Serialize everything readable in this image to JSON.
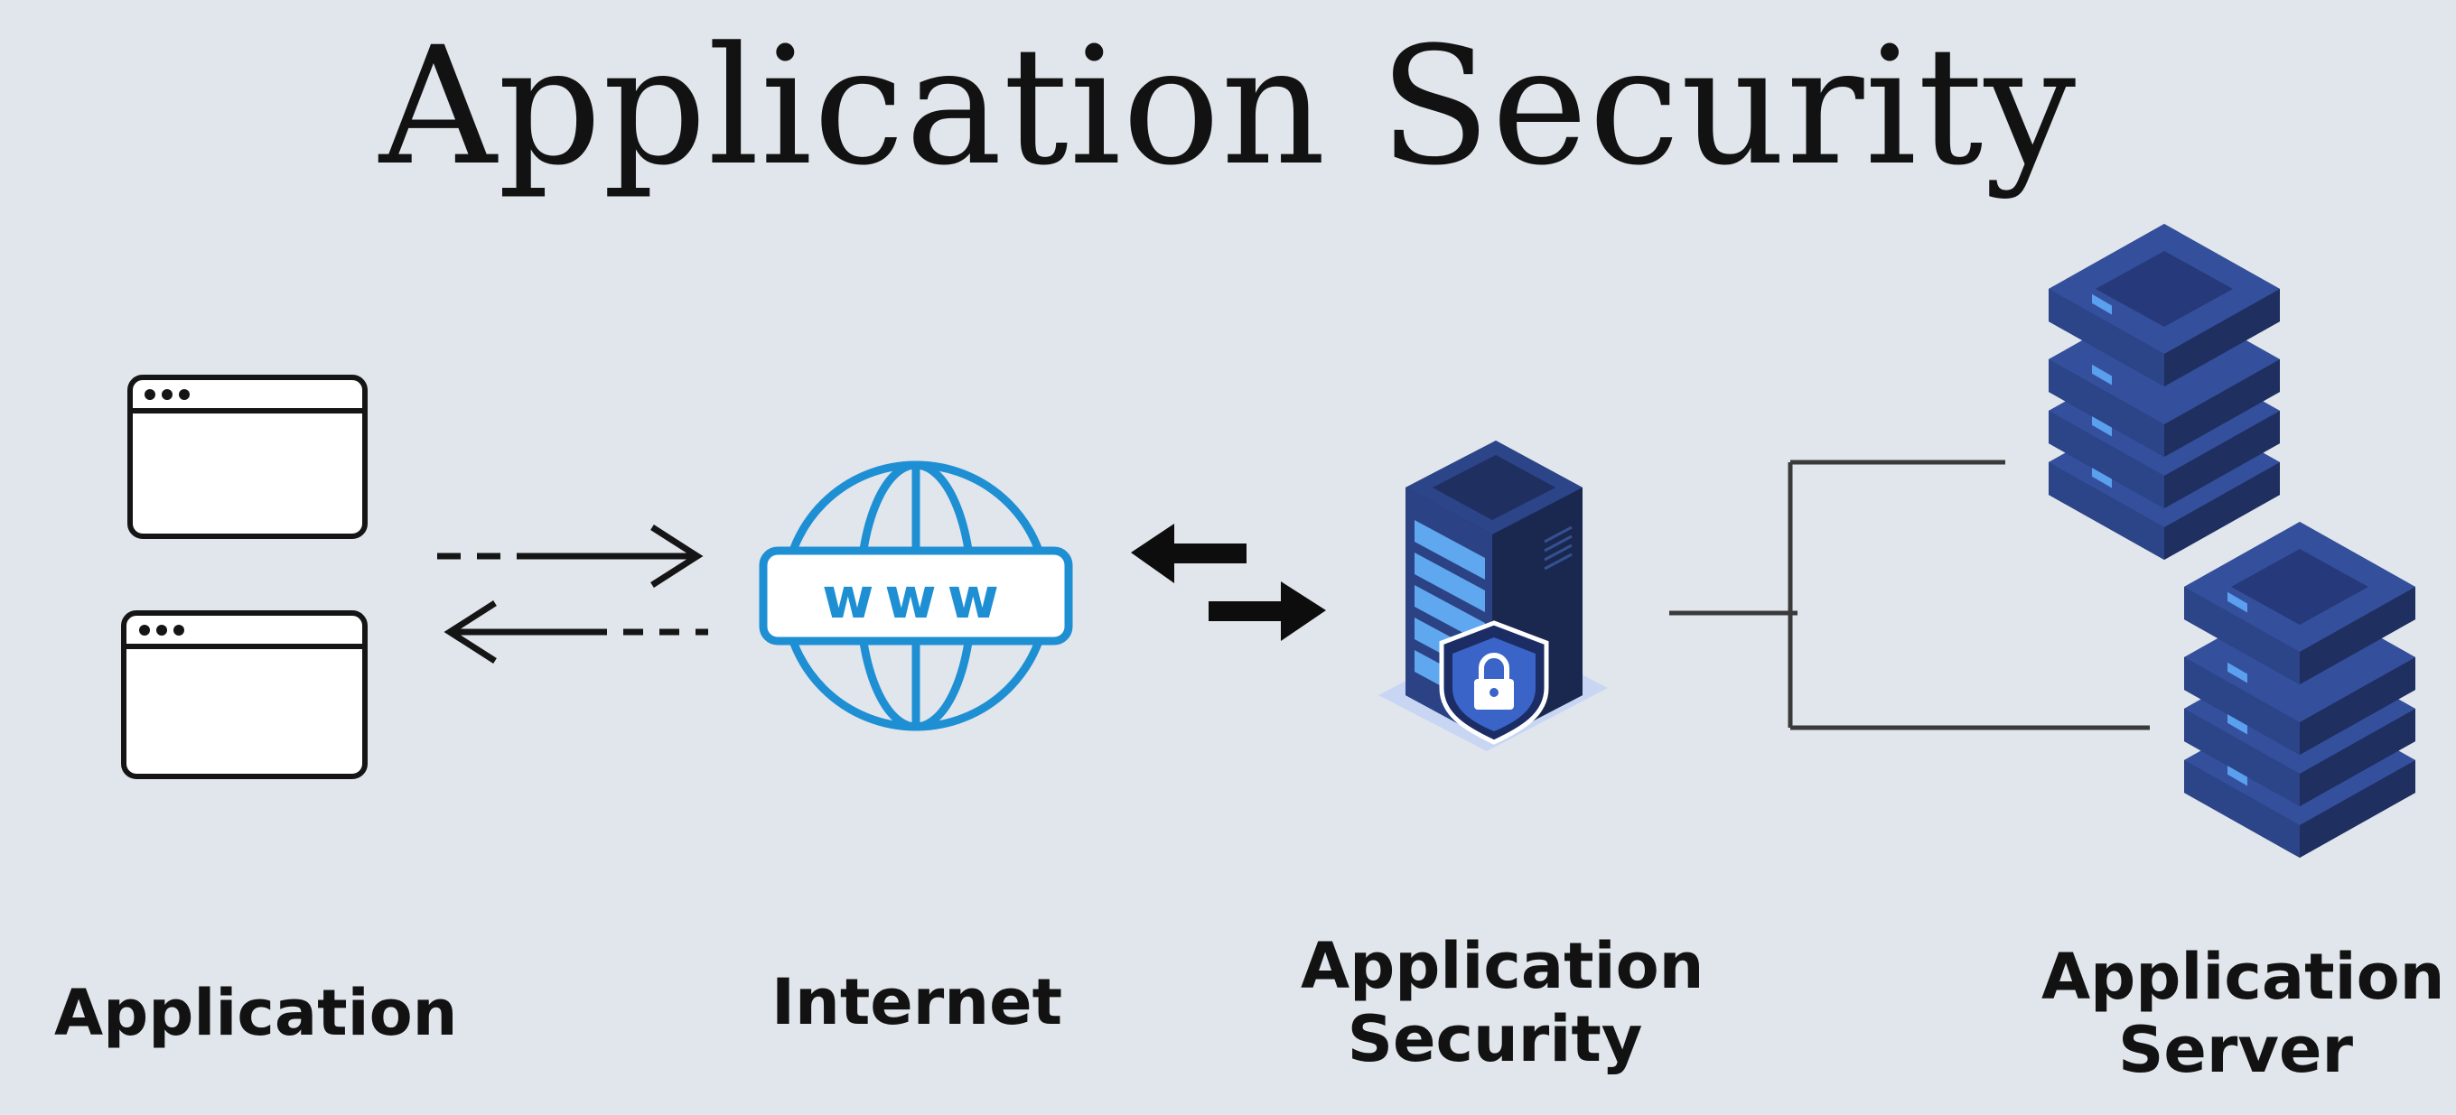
{
  "title": "Application Security",
  "nodes": {
    "application": {
      "label": "Application"
    },
    "internet": {
      "label": "Internet",
      "globe_text": "www"
    },
    "security": {
      "label_line1": "Application",
      "label_line2": "Security"
    },
    "server": {
      "label_line1": "Application",
      "label_line2": "Server"
    }
  },
  "icons": {
    "application": "browser-window-icon",
    "internet": "www-globe-icon",
    "security": "secure-server-icon",
    "server": "server-stack-icon"
  },
  "colors": {
    "background": "#e0e6ec",
    "globe": "#1f8fd4",
    "server_dark": "#243a78",
    "server_mid": "#2f4b92",
    "server_light": "#4f8fe0"
  }
}
